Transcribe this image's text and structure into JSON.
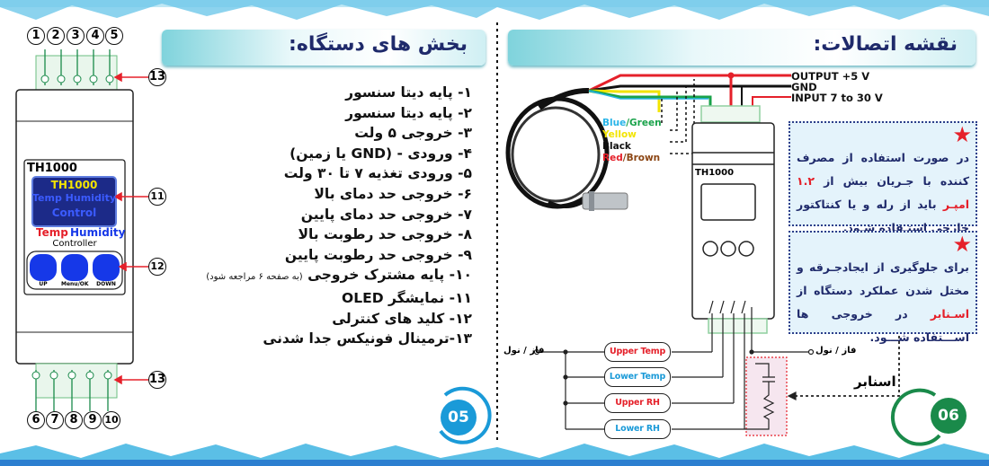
{
  "left_page": {
    "title": "بخش های دستگاه:",
    "page_number": "05",
    "top_terminal_numbers": [
      "1",
      "2",
      "3",
      "4",
      "5"
    ],
    "bottom_terminal_numbers": [
      "6",
      "7",
      "8",
      "9",
      "10"
    ],
    "callouts": {
      "terminal": "13",
      "display": "11",
      "keys": "12"
    },
    "device": {
      "model": "TH1000",
      "screen_model": "TH1000",
      "screen_line1": "Temp Humidity",
      "screen_line2": "Control",
      "brand_temp": "Temp",
      "brand_humidity": "Humidity",
      "brand_sub": "Controller",
      "buttons": [
        "UP",
        "Menu/OK",
        "DOWN"
      ]
    },
    "parts": [
      "۱- پایه دیتا سنسور",
      "۲- پایه دیتا سنسور",
      "۳- خروجی ۵ ولت",
      "۴- ورودی - (GND یا زمین)",
      "۵- ورودی تغذیه ۷ تا ۳۰ ولت",
      "۶- خروجی حد دمای بالا",
      "۷- خروجی حد دمای پایین",
      "۸- خروجی حد رطوبت بالا",
      "۹- خروجی حد رطوبت پایین",
      "۱۰- پایه مشترک خروجی",
      "۱۱- نمایشگر OLED",
      "۱۲- کلید های کنترلی",
      "۱۳-ترمینال فونیکس جدا شدنی"
    ],
    "part10_note": "(به صفحه ۶ مراجعه شود)"
  },
  "right_page": {
    "title": "نقشه اتصالات:",
    "page_number": "06",
    "device_model": "TH1000",
    "power_labels": [
      "OUTPUT +5 V",
      "GND",
      "INPUT 7 to 30 V"
    ],
    "wire_colors": {
      "blue": "Blue",
      "green": "/Green",
      "yellow": "Yellow",
      "black": "Black",
      "red": "Red",
      "brown": "/Brown"
    },
    "note1": {
      "a": "در صورت استفاده از مصرف کننده با جـریان بیش از ",
      "highlight": "۱.۲ امپـر",
      "b": " باید از رله و یا کنتاکتور خارجی استـفاده شـود."
    },
    "note2": {
      "a": "برای جلوگیری از ایجادجـرقه و مختل شدن عملکرد دستگاه از ",
      "highlight": "اسـنابر",
      "b": " در خروجی ها اســـتفاده شـــود."
    },
    "phase_label_left": "فاز / نول",
    "phase_label_right": "فاز / نول",
    "snubber_label": "اسنابر",
    "relays": [
      "Upper Temp",
      "Lower Temp",
      "Upper RH",
      "Lower RH"
    ]
  },
  "colors": {
    "red": "#e5202a",
    "blue": "#1a9ad8",
    "navy": "#1f2a6b",
    "green": "#1a8a4a"
  }
}
